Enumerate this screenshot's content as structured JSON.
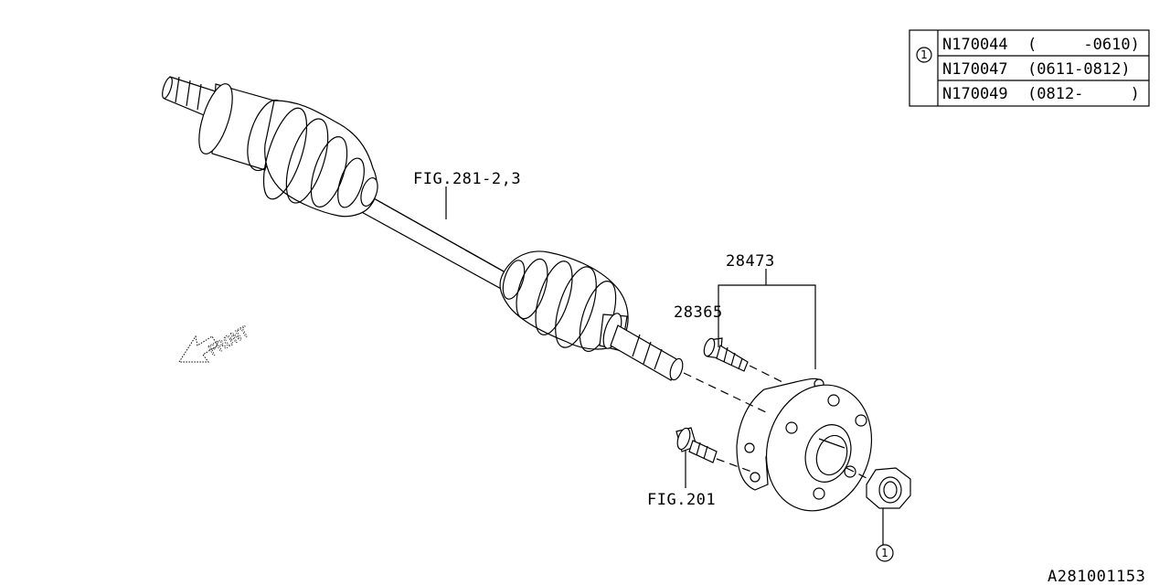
{
  "diagram_id": "A281001153",
  "callouts": {
    "fig_281": "FIG.281-2,3",
    "fig_201": "FIG.201",
    "part_28473": "28473",
    "part_28365": "28365",
    "ref_1": "1"
  },
  "front_label": "FRONT",
  "table": {
    "ref": "1",
    "rows": [
      {
        "part": "N170044",
        "range": "(     -0610)"
      },
      {
        "part": "N170047",
        "range": "(0611-0812)"
      },
      {
        "part": "N170049",
        "range": "(0812-     )"
      }
    ]
  }
}
